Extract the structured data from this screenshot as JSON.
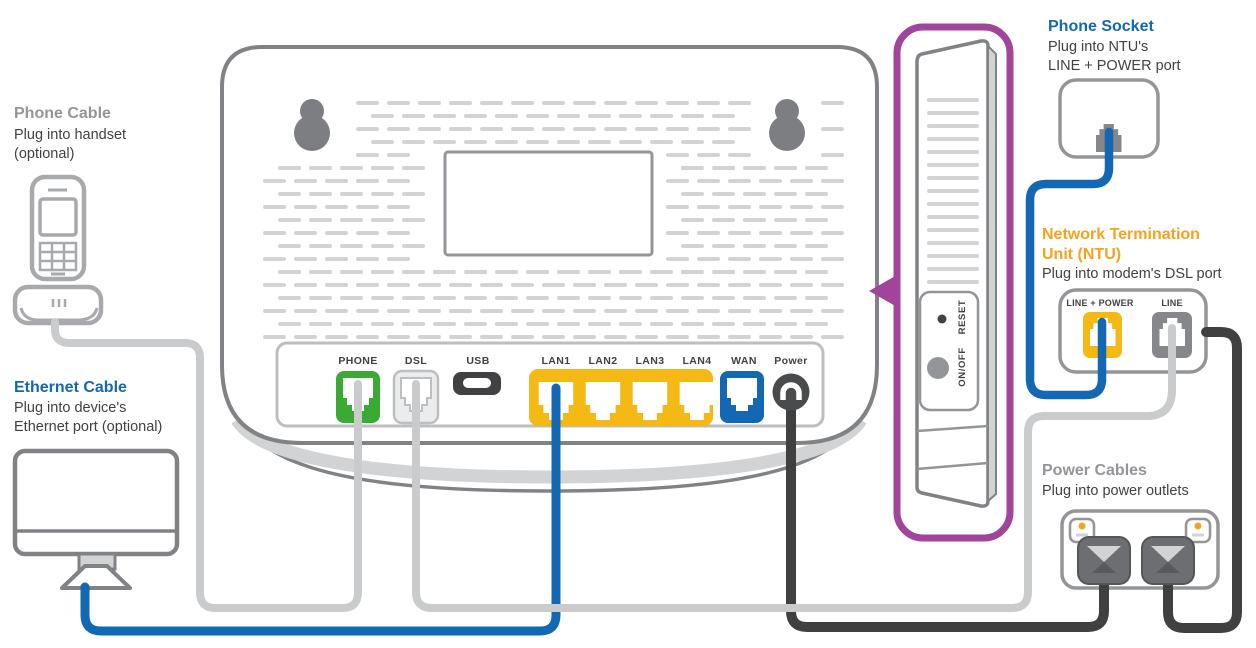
{
  "colors": {
    "outline_gray": "#808285",
    "light_gray": "#d1d3d4",
    "mid_gray": "#939598",
    "cable_gray": "#c9cbcd",
    "icon_gray": "#a7a9ac",
    "text_dark": "#414042",
    "heading_gray": "#939598",
    "blue": "#1268b3",
    "green": "#3aaa35",
    "yellow": "#f5b915",
    "orange": "#f6a21e",
    "purple": "#a0459b",
    "dark_cable": "#404041",
    "port_gray": "#85878a",
    "plug_gray": "#6d6e71"
  },
  "callouts": {
    "phone_cable": {
      "title": "Phone Cable",
      "line1": "Plug into handset",
      "line2": "(optional)"
    },
    "ethernet_cable": {
      "title": "Ethernet Cable",
      "line1": "Plug into device's",
      "line2": "Ethernet port (optional)"
    },
    "phone_socket": {
      "title": "Phone Socket",
      "line1": "Plug into NTU's",
      "line2": "LINE + POWER port"
    },
    "ntu": {
      "title1": "Network Termination",
      "title2": "Unit (NTU)",
      "line1": "Plug into modem's DSL port"
    },
    "power_cables": {
      "title": "Power Cables",
      "line1": "Plug into power outlets"
    }
  },
  "modem_ports": {
    "phone": "PHONE",
    "dsl": "DSL",
    "usb": "USB",
    "lan1": "LAN1",
    "lan2": "LAN2",
    "lan3": "LAN3",
    "lan4": "LAN4",
    "wan": "WAN",
    "power": "Power"
  },
  "ntu_ports": {
    "line_power": "LINE + POWER",
    "line": "LINE"
  },
  "side_panel": {
    "on_off": "ON/OFF",
    "reset": "RESET"
  }
}
